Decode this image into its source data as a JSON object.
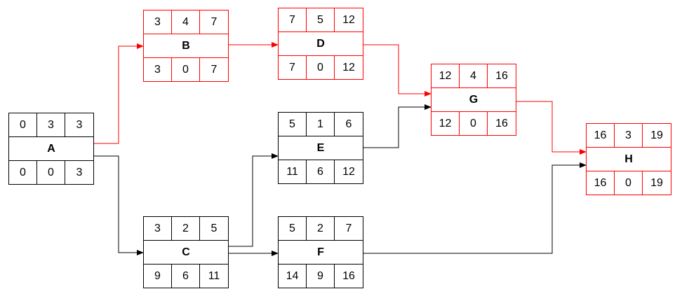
{
  "colors": {
    "critical": "#ff0000",
    "normal": "#000000"
  },
  "nodes": {
    "A": {
      "label": "A",
      "top": [
        "0",
        "3",
        "3"
      ],
      "bottom": [
        "0",
        "0",
        "3"
      ],
      "critical": false
    },
    "B": {
      "label": "B",
      "top": [
        "3",
        "4",
        "7"
      ],
      "bottom": [
        "3",
        "0",
        "7"
      ],
      "critical": true
    },
    "C": {
      "label": "C",
      "top": [
        "3",
        "2",
        "5"
      ],
      "bottom": [
        "9",
        "6",
        "11"
      ],
      "critical": false
    },
    "D": {
      "label": "D",
      "top": [
        "7",
        "5",
        "12"
      ],
      "bottom": [
        "7",
        "0",
        "12"
      ],
      "critical": true
    },
    "E": {
      "label": "E",
      "top": [
        "5",
        "1",
        "6"
      ],
      "bottom": [
        "11",
        "6",
        "12"
      ],
      "critical": false
    },
    "F": {
      "label": "F",
      "top": [
        "5",
        "2",
        "7"
      ],
      "bottom": [
        "14",
        "9",
        "16"
      ],
      "critical": false
    },
    "G": {
      "label": "G",
      "top": [
        "12",
        "4",
        "16"
      ],
      "bottom": [
        "12",
        "0",
        "16"
      ],
      "critical": true
    },
    "H": {
      "label": "H",
      "top": [
        "16",
        "3",
        "19"
      ],
      "bottom": [
        "16",
        "0",
        "19"
      ],
      "critical": true
    }
  },
  "edges": [
    {
      "from": "A",
      "to": "B",
      "critical": true
    },
    {
      "from": "A",
      "to": "C",
      "critical": false
    },
    {
      "from": "B",
      "to": "D",
      "critical": true
    },
    {
      "from": "C",
      "to": "E",
      "critical": false
    },
    {
      "from": "C",
      "to": "F",
      "critical": false
    },
    {
      "from": "D",
      "to": "G",
      "critical": true
    },
    {
      "from": "E",
      "to": "G",
      "critical": false
    },
    {
      "from": "G",
      "to": "H",
      "critical": true
    },
    {
      "from": "F",
      "to": "H",
      "critical": false
    }
  ]
}
